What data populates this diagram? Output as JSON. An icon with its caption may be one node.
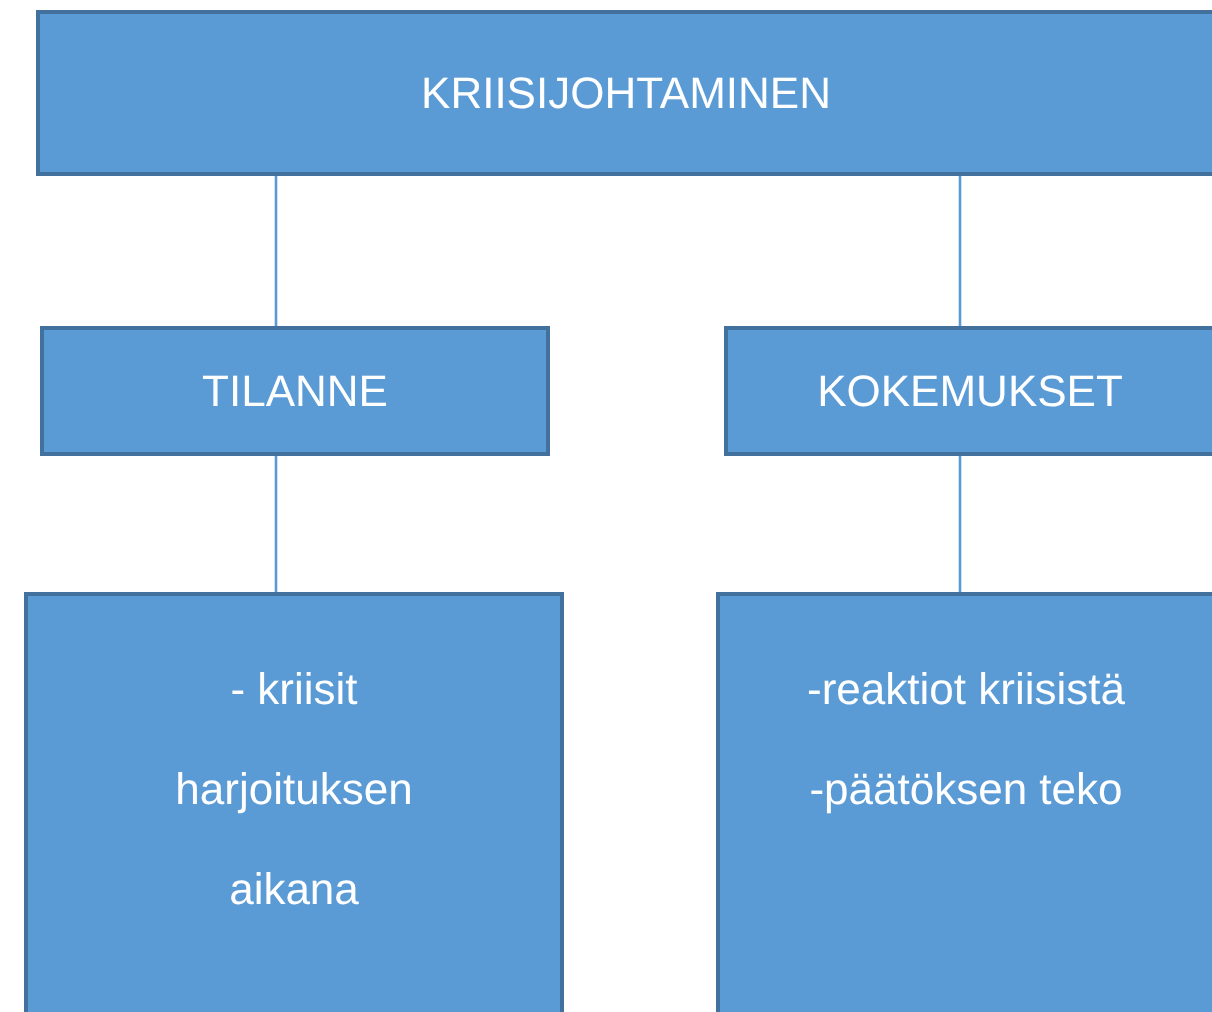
{
  "diagram": {
    "nodes": [
      {
        "text": [
          "KRIISIJOHTAMINEN"
        ]
      },
      {
        "text": [
          "TILANNE"
        ]
      },
      {
        "text": [
          "KOKEMUKSET"
        ]
      },
      {
        "text": [
          "- kriisit harjoituksen aikana"
        ]
      },
      {
        "text": [
          "-reaktiot kriisistä",
          "-päätöksen teko"
        ]
      }
    ],
    "edges": [
      {
        "from": 0,
        "to": 1,
        "arrow": "none"
      },
      {
        "from": 0,
        "to": 2,
        "arrow": "none"
      },
      {
        "from": 1,
        "to": 3,
        "arrow": "none"
      },
      {
        "from": 2,
        "to": 4,
        "arrow": "none"
      }
    ]
  }
}
